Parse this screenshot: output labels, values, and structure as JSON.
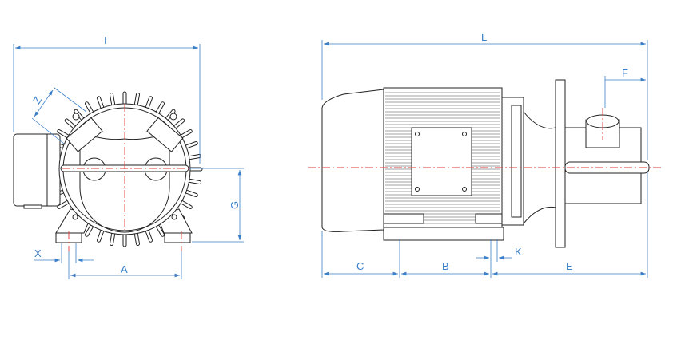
{
  "title": "Motor pump dimension drawing",
  "front_view": {
    "labels": {
      "I": "I",
      "Z": "Z",
      "G": "G",
      "X": "X",
      "A": "A"
    }
  },
  "side_view": {
    "labels": {
      "L": "L",
      "F": "F",
      "C": "C",
      "B": "B",
      "K": "K",
      "E": "E"
    }
  },
  "colors": {
    "outline": "#222222",
    "dimension": "#3a7fc8",
    "centerline": "#e23a3a"
  }
}
